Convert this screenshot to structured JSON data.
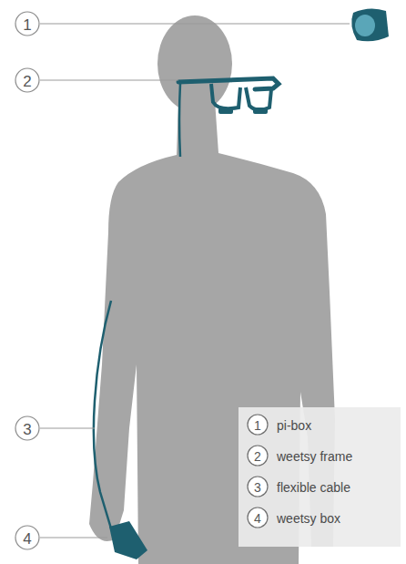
{
  "diagram": {
    "labels": [
      "1",
      "2",
      "3",
      "4",
      "1",
      "2",
      "3",
      "4"
    ],
    "legend": [
      {
        "text": "pi-box"
      },
      {
        "text": "weetsy frame"
      },
      {
        "text": "flexible cable"
      },
      {
        "text": "weetsy box"
      }
    ]
  }
}
